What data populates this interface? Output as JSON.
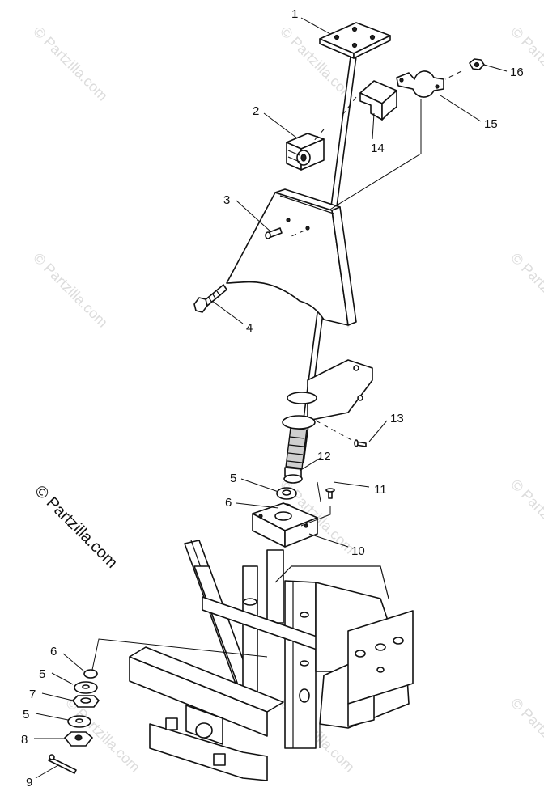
{
  "watermark": {
    "repeat_text": "© Partzilla.com",
    "main_text": "© Partzilla.com"
  },
  "callouts": [
    {
      "key": "c1",
      "label": "1"
    },
    {
      "key": "c2",
      "label": "2"
    },
    {
      "key": "c3",
      "label": "3"
    },
    {
      "key": "c4",
      "label": "4"
    },
    {
      "key": "c5a",
      "label": "5"
    },
    {
      "key": "c6a",
      "label": "6"
    },
    {
      "key": "c10",
      "label": "10"
    },
    {
      "key": "c11",
      "label": "11"
    },
    {
      "key": "c12",
      "label": "12"
    },
    {
      "key": "c13",
      "label": "13"
    },
    {
      "key": "c14",
      "label": "14"
    },
    {
      "key": "c15",
      "label": "15"
    },
    {
      "key": "c16",
      "label": "16"
    },
    {
      "key": "c6b",
      "label": "6"
    },
    {
      "key": "c5b",
      "label": "5"
    },
    {
      "key": "c7",
      "label": "7"
    },
    {
      "key": "c5c",
      "label": "5"
    },
    {
      "key": "c8",
      "label": "8"
    },
    {
      "key": "c9",
      "label": "9"
    }
  ]
}
